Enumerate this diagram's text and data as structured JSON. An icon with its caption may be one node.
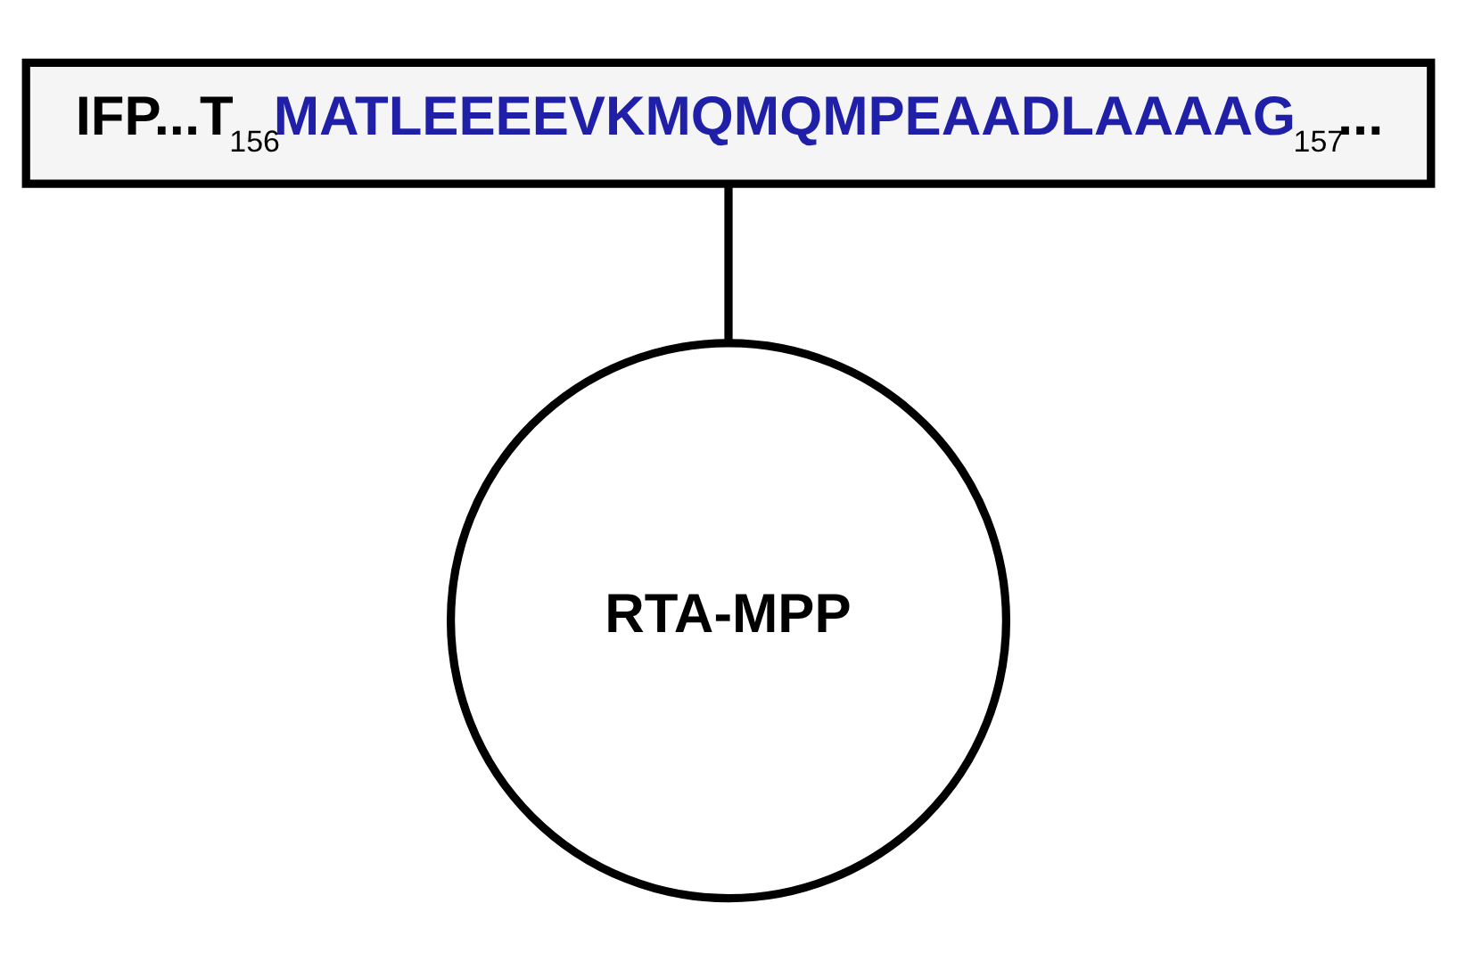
{
  "diagram": {
    "nodes": [
      {
        "text": [
          "IFP...T$_{156}$MATLEEEEVKMQMQMPEAADLAAAAG$_{157}$..."
        ]
      },
      {
        "text": [
          "RTA-MPP"
        ]
      }
    ],
    "edges": [
      {
        "from": 0,
        "to": 1,
        "arrow": "none"
      }
    ]
  }
}
